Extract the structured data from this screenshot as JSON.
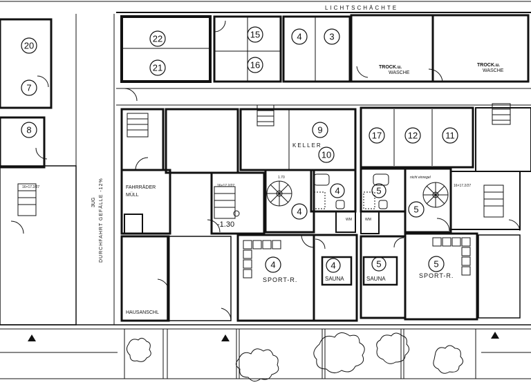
{
  "header": {
    "lichtschaechte": "LICHTSCHÄCHTE"
  },
  "rooms": {
    "r20": "20",
    "r7": "7",
    "r8": "8",
    "r22": "22",
    "r21": "21",
    "r15": "15",
    "r16": "16",
    "r4a": "4",
    "r3": "3",
    "r9": "9",
    "r10": "10",
    "r17": "17",
    "r12": "12",
    "r11": "11",
    "r4b": "4",
    "r4c": "4",
    "r4d": "4",
    "r4e": "4",
    "r5a": "5",
    "r5b": "5",
    "r5c": "5",
    "r5d": "5"
  },
  "labels": {
    "trock1": "TROCK.u.",
    "wasche1": "WASCHE",
    "trock2": "TROCK.u.",
    "wasche2": "WASCHE",
    "keller": "KELLER",
    "fahrraeder": "FAHRRÄDER",
    "muell": "MÜLL",
    "stair_left": "16×17.2/27",
    "stair_mid": "16×17.2/27",
    "stair_right": "16×17.2/27",
    "level": "-1.30",
    "dim_170": "1.70",
    "sport_left": "SPORT-R.",
    "sport_right": "SPORT-R.",
    "sauna_left": "SAUNA",
    "sauna_right": "SAUNA",
    "hausanschl": "HAUSANSCHL",
    "wm_left": "WM",
    "wm_right": "WM",
    "durchfahrt": "DURCHFAHRT GEFÄLLE -12%",
    "side_code": "3UG",
    "nicht_oeffnet": "nicht einregel"
  }
}
